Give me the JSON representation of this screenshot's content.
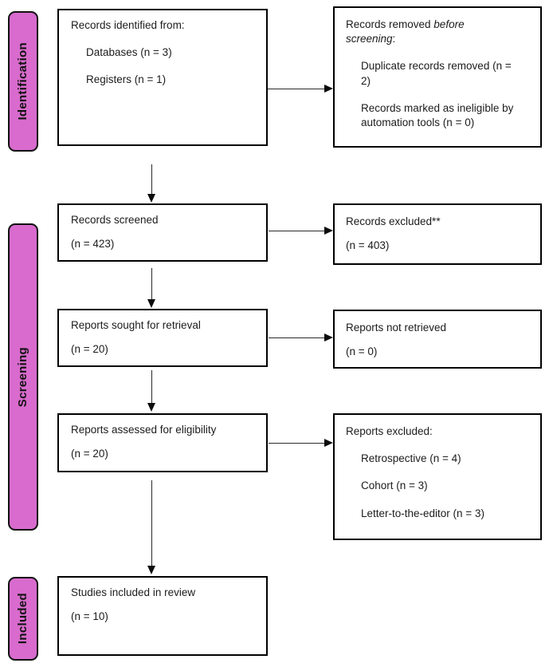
{
  "stages": {
    "identification": "Identification",
    "screening": "Screening",
    "included": "Included"
  },
  "colors": {
    "stage_fill": "#D86BCD",
    "box_border": "#000000",
    "arrow": "#111111"
  },
  "boxes": {
    "records_identified": {
      "title": "Records identified from:",
      "items": [
        "Databases (n = 3)",
        "Registers (n = 1)"
      ]
    },
    "records_removed": {
      "title_before_italic": "Records removed ",
      "title_italic": "before screening",
      "title_after_italic": ":",
      "items": [
        "Duplicate records removed (n = 2)",
        "Records marked as ineligible by automation tools (n = 0)"
      ]
    },
    "records_screened": {
      "label": "Records screened",
      "count": "(n = 423)"
    },
    "records_excluded": {
      "label": "Records excluded**",
      "count": "(n = 403)"
    },
    "reports_sought": {
      "label": "Reports sought for retrieval",
      "count": "(n = 20)"
    },
    "reports_not_retrieved": {
      "label": "Reports not retrieved",
      "count": "(n = 0)"
    },
    "reports_assessed": {
      "label": "Reports assessed for eligibility",
      "count": "(n = 20)"
    },
    "reports_excluded": {
      "title": "Reports excluded:",
      "items": [
        "Retrospective (n = 4)",
        "Cohort (n = 3)",
        "Letter-to-the-editor (n = 3)"
      ]
    },
    "studies_included": {
      "label": "Studies included in review",
      "count": "(n = 10)"
    }
  }
}
